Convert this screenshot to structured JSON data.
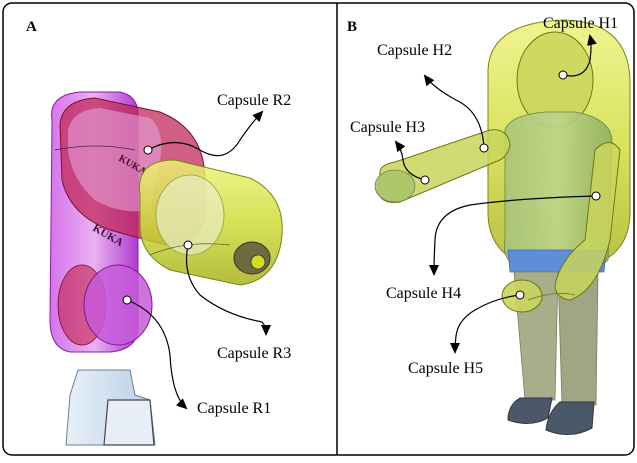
{
  "panels": {
    "a": {
      "label": "A"
    },
    "b": {
      "label": "B"
    }
  },
  "labels": {
    "r1": "Capsule R1",
    "r2": "Capsule R2",
    "r3": "Capsule R3",
    "h1": "Capsule H1",
    "h2": "Capsule H2",
    "h3": "Capsule H3",
    "h4": "Capsule H4",
    "h5": "Capsule H5"
  },
  "robot_brand": "KUKA",
  "colors": {
    "robot_capsule_magenta": "#b400d8",
    "robot_capsule_red": "#c8102e",
    "capsule_yellow": "#c8d400",
    "human_body": "#9ab07a",
    "human_shirt_blue": "#5e8fd6",
    "human_shoes": "#4a5868",
    "robot_base": "#cfe1f3"
  }
}
